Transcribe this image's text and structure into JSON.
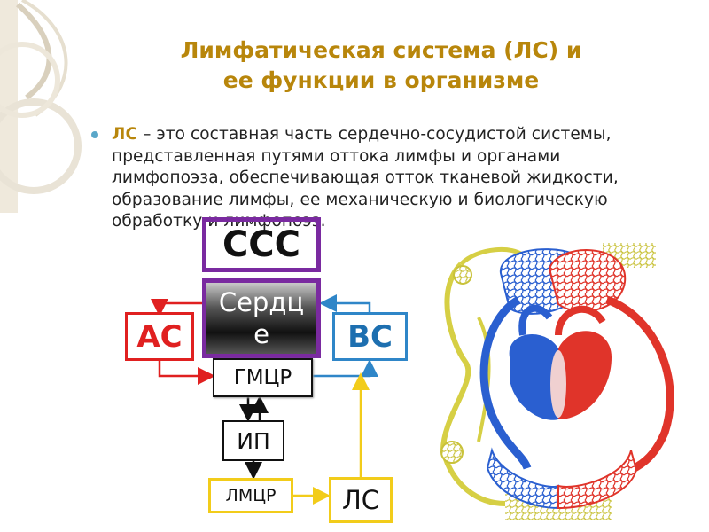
{
  "slide": {
    "title_line1": "Лимфатическая система (ЛС) и",
    "title_line2": "ее функции в организме",
    "bullet_term": "ЛС",
    "bullet_text": " – это составная часть сердечно-сосудистой системы, представленная путями оттока лимфы и органами лимфопоэза, обеспечивающая отток тканевой жидкости, образование лимфы, ее механическую и биологическую обработку и лимфопоэз."
  },
  "diagram": {
    "ccc": "ССС",
    "heart_line1": "Сердц",
    "heart_line2": "е",
    "as": "АС",
    "vs": "ВС",
    "gmcr": "ГМЦР",
    "ip": "ИП",
    "lmcr": "ЛМЦР",
    "ls": "ЛС"
  },
  "colors": {
    "title": "#b8860b",
    "purple_border": "#7a2aa0",
    "arterial": "#e02020",
    "venous": "#2f86c8",
    "lymph": "#f2cc1a"
  },
  "icons": [
    "swirl-decoration",
    "circulation-illustration"
  ]
}
